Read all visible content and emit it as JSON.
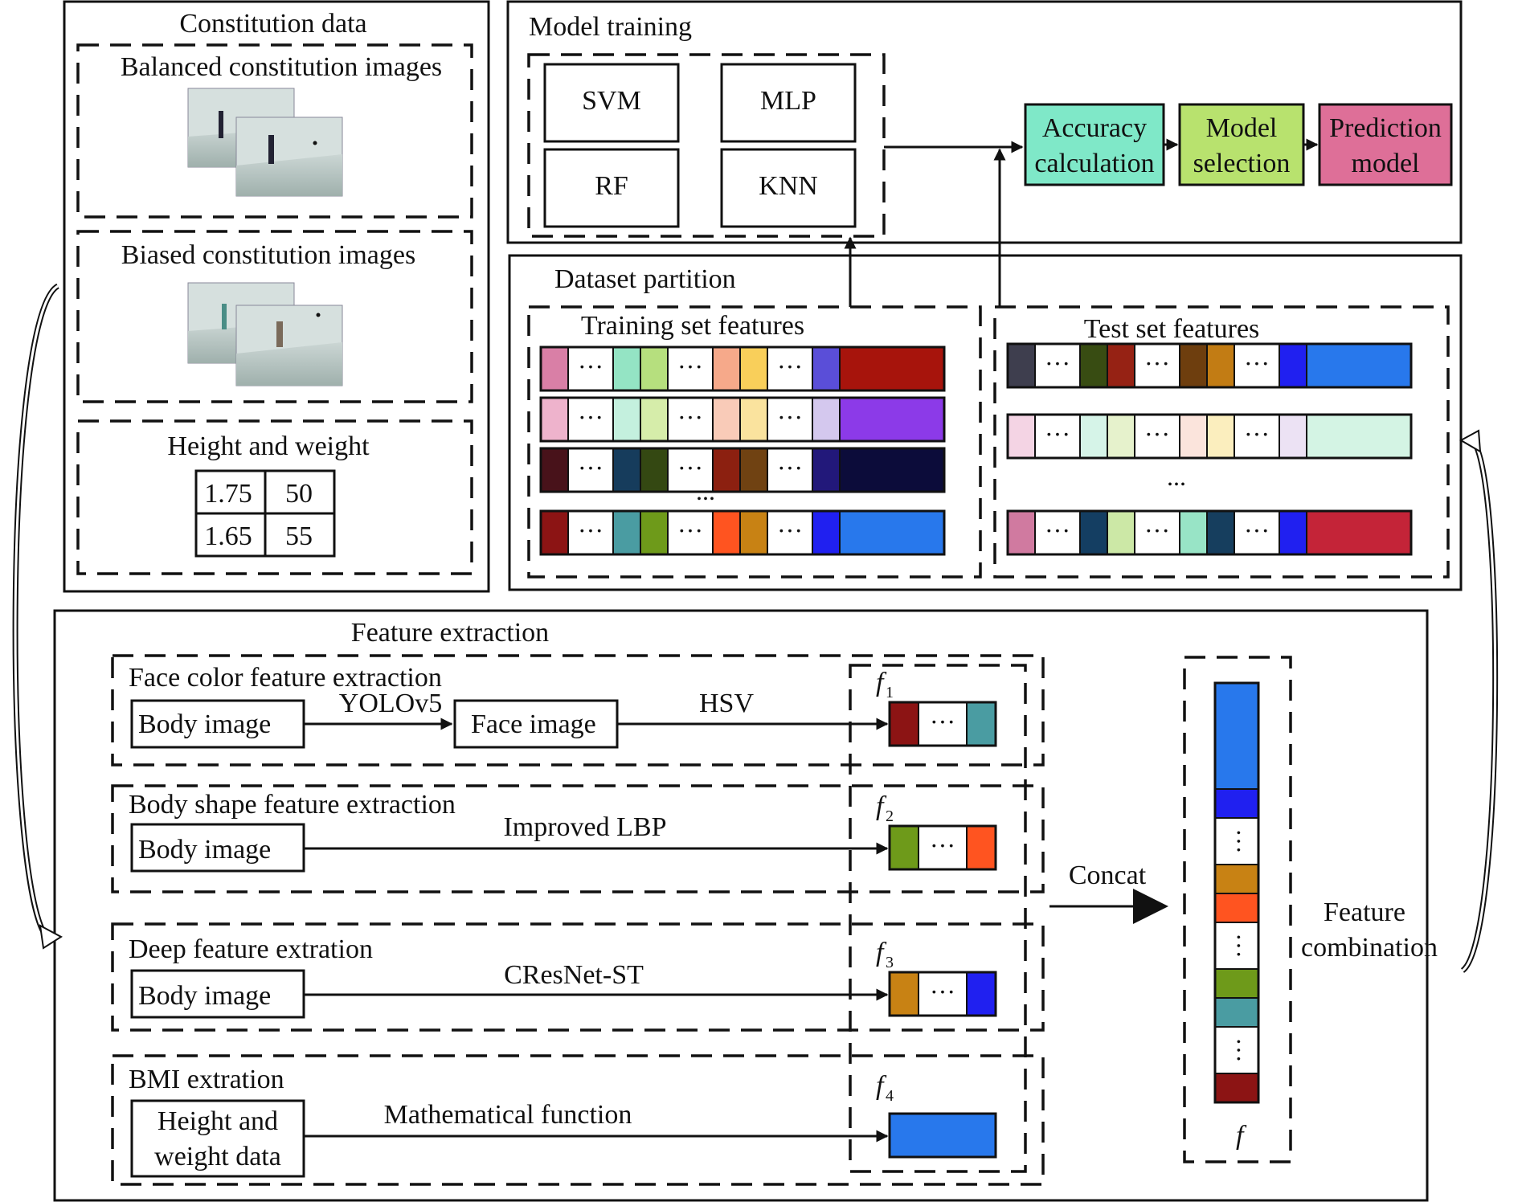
{
  "constitution": {
    "title": "Constitution data",
    "balanced_label": "Balanced constitution images",
    "biased_label": "Biased constitution images",
    "hw_label": "Height and weight",
    "hw_table": [
      [
        "1.75",
        "50"
      ],
      [
        "1.65",
        "55"
      ]
    ]
  },
  "training": {
    "title": "Model training",
    "models": [
      "SVM",
      "MLP",
      "RF",
      "KNN"
    ],
    "pipeline": [
      {
        "lines": [
          "Accuracy",
          "calculation"
        ],
        "color": "#7fe8c8"
      },
      {
        "lines": [
          "Model",
          "selection"
        ],
        "color": "#b8e26e"
      },
      {
        "lines": [
          "Prediction",
          "model"
        ],
        "color": "#de6f98"
      }
    ]
  },
  "partition": {
    "title": "Dataset partition",
    "train_label": "Training set features",
    "test_label": "Test set features",
    "ellipsis": "...",
    "dots": "···",
    "train_rows": [
      [
        "#d97fa6",
        "#94e4c4",
        "#b6df7e",
        "#f6a98a",
        "#f9cf5a",
        "#5a4ed8",
        "#a7140c"
      ],
      [
        "#eeb3cc",
        "#c4f0de",
        "#d6edaa",
        "#f9cbb8",
        "#fae39e",
        "#d4c8ee",
        "#8c3ae8"
      ],
      [
        "#48121a",
        "#163c5c",
        "#344812",
        "#8c2010",
        "#704212",
        "#22187a",
        "#0c0c3a"
      ],
      [
        "#8c1414",
        "#4a9ca2",
        "#6e9a1a",
        "#ff5420",
        "#c88214",
        "#2020f0",
        "#2878ec"
      ]
    ],
    "test_rows": [
      [
        "#3e3e4e",
        "#384c12",
        "#962214",
        "#6e3e0e",
        "#c27c14",
        "#2020f0",
        "#2878ec"
      ],
      [
        "#f4d4e4",
        "#d6f4e8",
        "#e6f2cc",
        "#fbe4dc",
        "#fbeebe",
        "#ece2f4",
        "#d4f4e4"
      ],
      [
        "#d07aa0",
        "#143e62",
        "#cce8a6",
        "#98e4c6",
        "#163e5e",
        "#2020f0",
        "#c42438"
      ]
    ]
  },
  "extraction": {
    "title": "Feature extraction",
    "rows": [
      {
        "title": "Face color feature extraction",
        "input": [
          "Body image"
        ],
        "mid": "Face image",
        "arrow1": "YOLOv5",
        "arrow2": "HSV",
        "feature_sub": "1",
        "cells": [
          "#8c1414",
          "#4a9ca2"
        ]
      },
      {
        "title": "Body shape feature extraction",
        "input": [
          "Body image"
        ],
        "arrow2": "Improved LBP",
        "feature_sub": "2",
        "cells": [
          "#6e9a1a",
          "#ff5420"
        ]
      },
      {
        "title": "Deep feature extration",
        "input": [
          "Body image"
        ],
        "arrow2": "CResNet-ST",
        "feature_sub": "3",
        "cells": [
          "#c88214",
          "#2020f0"
        ]
      },
      {
        "title": "BMI  extration",
        "input": [
          "Height and",
          "weight data"
        ],
        "arrow2": "Mathematical function",
        "feature_sub": "4",
        "full_color": "#2878ec"
      }
    ],
    "feature_letter": "f",
    "concat": "Concat",
    "combination": [
      "Feature",
      "combination"
    ],
    "combined_letter": "f",
    "combined_stack": [
      "#2878ec",
      "#2020f0",
      "dots",
      "#c88214",
      "#ff5420",
      "dots",
      "#6e9a1a",
      "#4a9ca2",
      "dots",
      "#8c1414"
    ]
  },
  "colors": {
    "ink": "#111111"
  }
}
